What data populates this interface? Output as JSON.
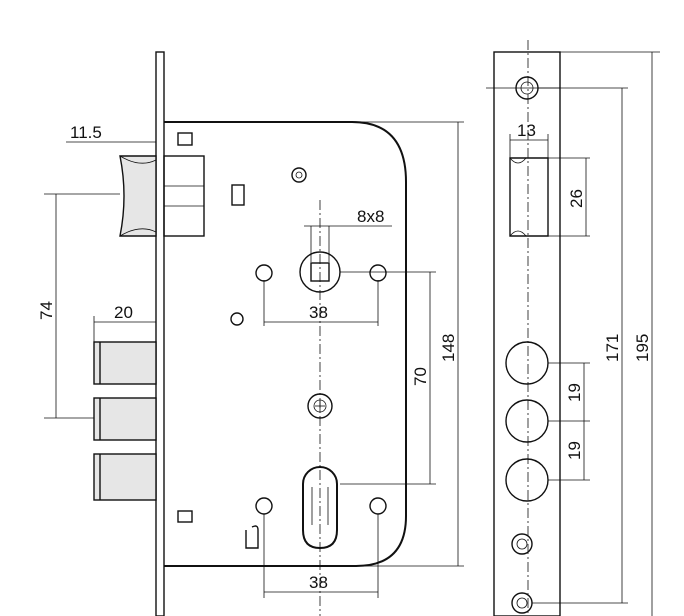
{
  "dimensions": {
    "bolt_offset": "11.5",
    "spindle_square": "8x8",
    "handle_spacing": "38",
    "cylinder_spacing": "38",
    "bolt_distance": "74",
    "roller_width": "20",
    "spindle_to_cylinder": "70",
    "case_height": "148",
    "strike_width": "13",
    "strike_height": "26",
    "hole_pitch_1": "19",
    "hole_pitch_2": "19",
    "screw_spacing": "171",
    "faceplate_length": "195"
  },
  "colors": {
    "line": "#111111",
    "background": "#ffffff",
    "shade": "#e6e6e6"
  }
}
